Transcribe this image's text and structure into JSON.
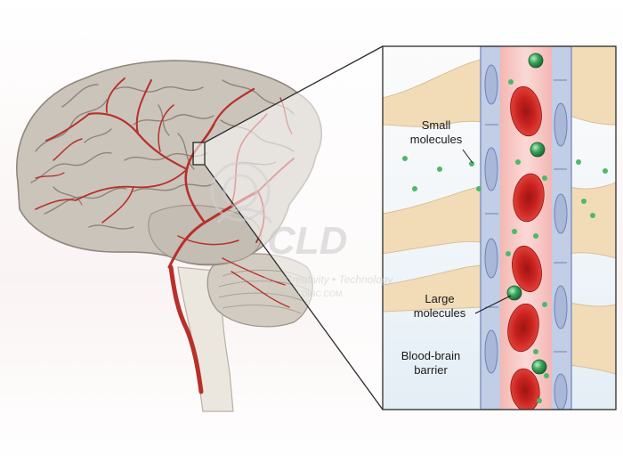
{
  "labels": {
    "small_molecules_line1": "Small",
    "small_molecules_line2": "molecules",
    "large_molecules_line1": "Large",
    "large_molecules_line2": "molecules",
    "bbb_line1": "Blood-brain",
    "bbb_line2": "barrier"
  },
  "watermark": {
    "logo_text": "CLD",
    "tagline": "Learning • Creativity • Technology",
    "url": "WWW.CLDINC.COM"
  },
  "colors": {
    "vessel_red": "#b8302a",
    "rbc_red": "#c8221f",
    "brain_tissue": "#c9c2b9",
    "astrocyte": "#f2dcb8",
    "endothelial": "#a9b7d8",
    "molecule_green": "#3aa55b",
    "magnifier_line": "#2b2b2b"
  }
}
